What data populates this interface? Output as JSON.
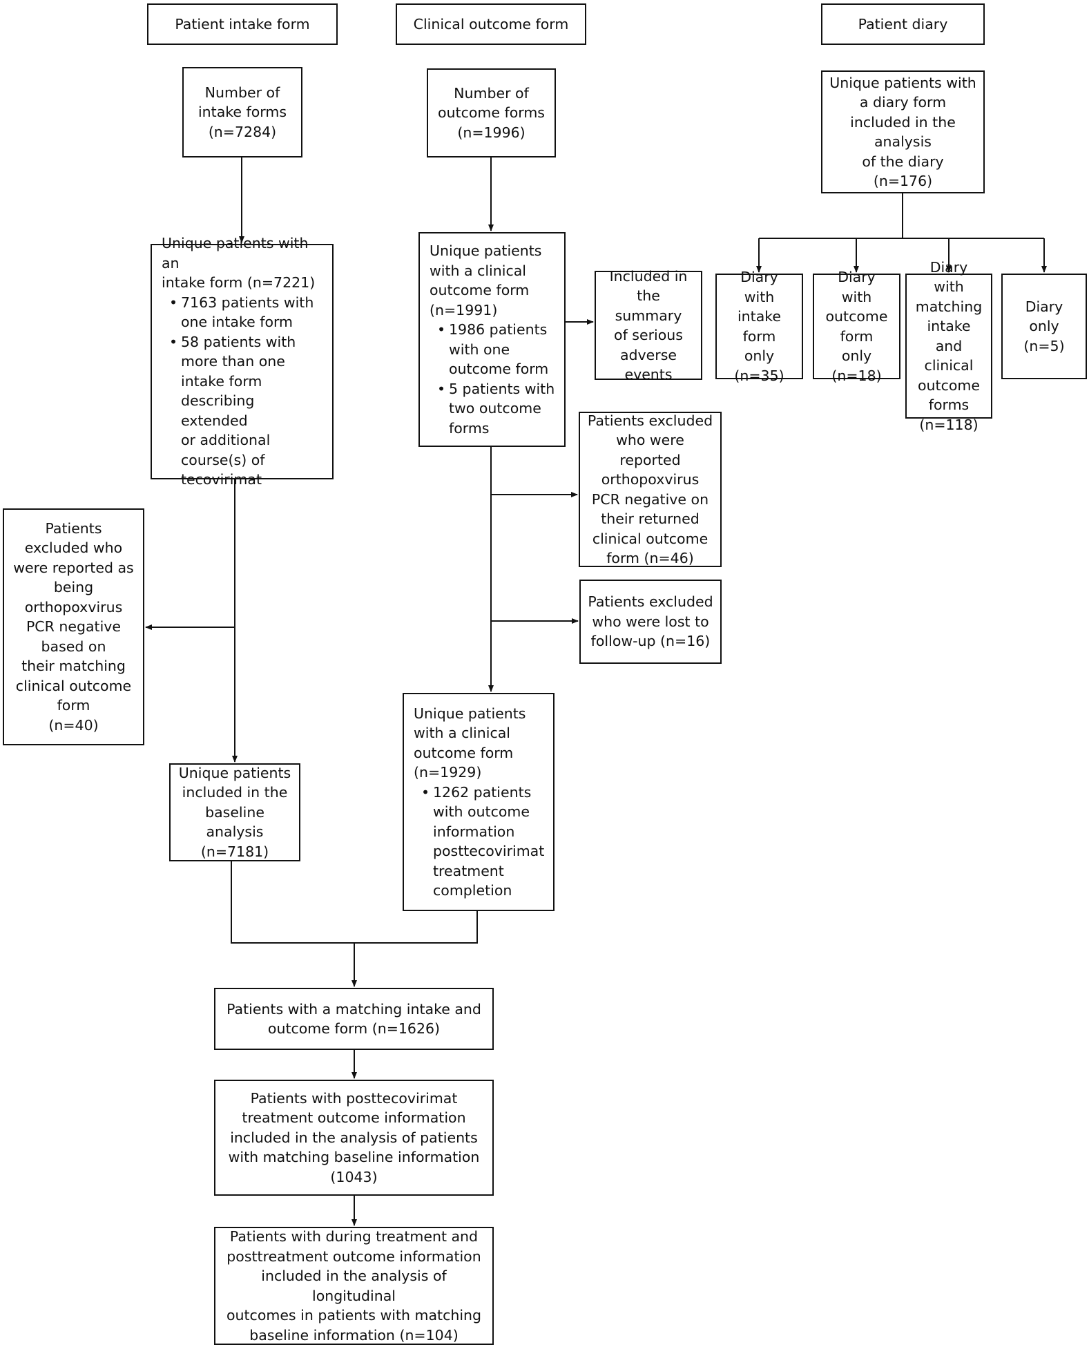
{
  "headers": {
    "intake": "Patient intake form",
    "outcome": "Clinical outcome form",
    "diary": "Patient diary"
  },
  "boxes": {
    "intake_count": [
      "Number of",
      "intake forms",
      "(n=7284)"
    ],
    "outcome_count": [
      "Number of",
      "outcome forms",
      "(n=1996)"
    ],
    "diary_unique": [
      "Unique patients with",
      "a diary form",
      "included in the analysis",
      "of the diary",
      "(n=176)"
    ],
    "intake_unique": {
      "lines": [
        "Unique patients with an",
        "intake form (n=7221)"
      ],
      "bullets": [
        [
          "7163 patients with",
          "one intake form"
        ],
        [
          "58 patients with",
          "more than one",
          "intake form",
          "describing extended",
          "or additional",
          "course(s) of",
          "tecovirimat"
        ]
      ]
    },
    "outcome_unique": {
      "lines": [
        "Unique patients",
        "with a clinical",
        "outcome form",
        "(n=1991)"
      ],
      "bullets": [
        [
          "1986 patients",
          "with one",
          "outcome form"
        ],
        [
          "5 patients with",
          "two outcome",
          "forms"
        ]
      ]
    },
    "serious_adverse": [
      "Included in",
      "the summary",
      "of serious",
      "adverse",
      "events"
    ],
    "diary_intake_only": [
      "Diary with",
      "intake",
      "form",
      "only",
      "(n=35)"
    ],
    "diary_outcome_only": [
      "Diary with",
      "outcome",
      "form",
      "only",
      "(n=18)"
    ],
    "diary_matching": [
      "Diary with",
      "matching",
      "intake and",
      "clinical",
      "outcome",
      "forms",
      "(n=118)"
    ],
    "diary_only": [
      "Diary",
      "only",
      "(n=5)"
    ],
    "excluded_pcr_outcome": [
      "Patients excluded",
      "who were reported",
      "orthopoxvirus",
      "PCR negative on",
      "their returned",
      "clinical outcome",
      "form (n=46)"
    ],
    "excluded_lost": [
      "Patients excluded",
      "who were lost to",
      "follow-up (n=16)"
    ],
    "excluded_pcr_intake": [
      "Patients",
      "excluded who",
      "were reported as",
      "being",
      "orthopoxvirus",
      "PCR negative",
      "based on",
      "their matching",
      "clinical outcome",
      "form",
      "(n=40)"
    ],
    "baseline": [
      "Unique patients",
      "included in the",
      "baseline analysis",
      "(n=7181)"
    ],
    "outcome_1929": {
      "lines": [
        "Unique patients",
        "with a clinical",
        "outcome form",
        "(n=1929)"
      ],
      "bullets": [
        [
          "1262 patients",
          "with outcome",
          "information",
          "posttecovirimat",
          "treatment",
          "completion"
        ]
      ]
    },
    "matching": [
      "Patients with a matching intake and",
      "outcome form (n=1626)"
    ],
    "post_treatment": [
      "Patients with posttecovirimat",
      "treatment outcome information",
      "included in the analysis of patients",
      "with matching baseline information",
      "(1043)"
    ],
    "longitudinal": [
      "Patients with during treatment and",
      "posttreatment outcome information",
      "included in the analysis of longitudinal",
      "outcomes in patients with matching",
      "baseline information (n=104)"
    ]
  }
}
